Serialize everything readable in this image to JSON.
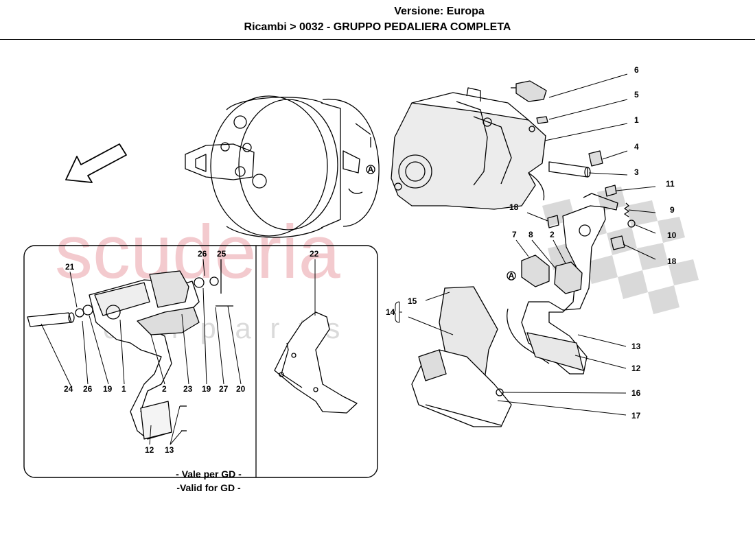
{
  "header": {
    "version_line": "Versione: Europa",
    "title_line": "Ricambi > 0032 - GRUPPO PEDALIERA COMPLETA"
  },
  "watermark": {
    "brand": "scuderia",
    "sub": "c a r   p a r t s",
    "color": "#e9a9b0"
  },
  "inset": {
    "note_it": "- Vale per GD -",
    "note_en": "-Valid for GD -"
  },
  "callouts": {
    "c6": "6",
    "c5": "5",
    "c1": "1",
    "c4": "4",
    "c3": "3",
    "c11": "11",
    "c9": "9",
    "c10": "10",
    "c18a": "18",
    "c18b": "18",
    "c7": "7",
    "c8": "8",
    "c2": "2",
    "cA1": "A",
    "cA2": "A",
    "c14": "14",
    "c15": "15",
    "c13": "13",
    "c12": "12",
    "c16": "16",
    "c17": "17",
    "c22": "22",
    "i21": "21",
    "i26a": "26",
    "i25": "25",
    "i24": "24",
    "i26b": "26",
    "i19a": "19",
    "i1": "1",
    "i2": "2",
    "i23": "23",
    "i19b": "19",
    "i27": "27",
    "i20": "20",
    "i12": "12",
    "i13": "13"
  }
}
